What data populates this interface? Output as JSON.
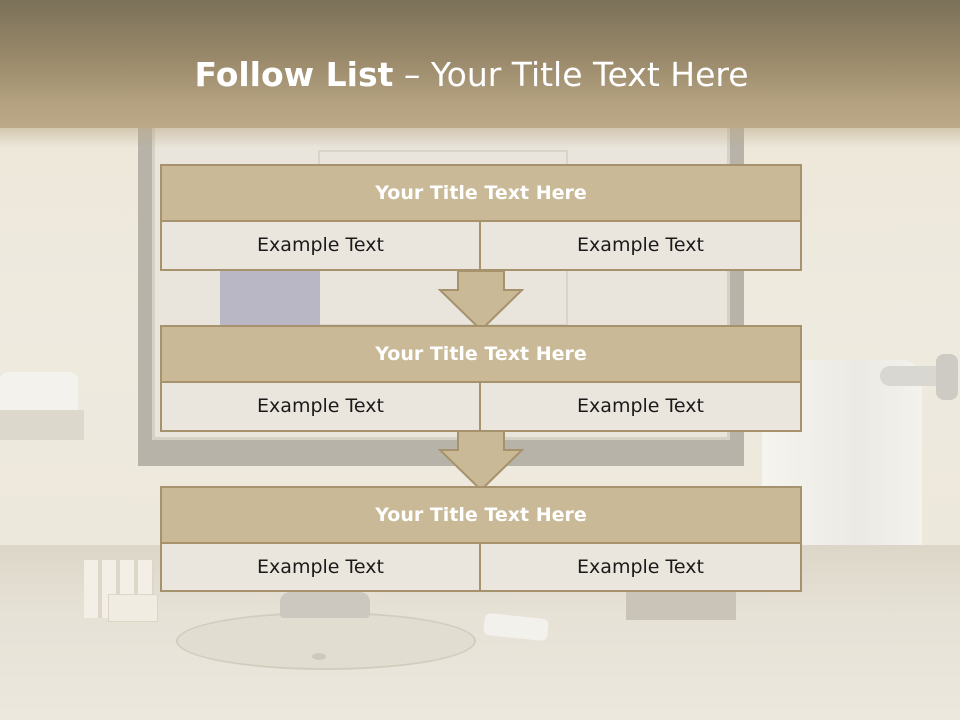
{
  "header": {
    "title_bold": "Follow List",
    "title_rest": " – Your Title Text Here"
  },
  "blocks": [
    {
      "title": "Your Title Text Here",
      "left": "Example Text",
      "right": "Example Text"
    },
    {
      "title": "Your Title Text Here",
      "left": "Example Text",
      "right": "Example Text"
    },
    {
      "title": "Your Title Text Here",
      "left": "Example Text",
      "right": "Example Text"
    }
  ],
  "colors": {
    "header": "#99896a",
    "title_fill": "#c9b996",
    "border": "#a6936d",
    "cell_fill": "#ebe6dd"
  }
}
